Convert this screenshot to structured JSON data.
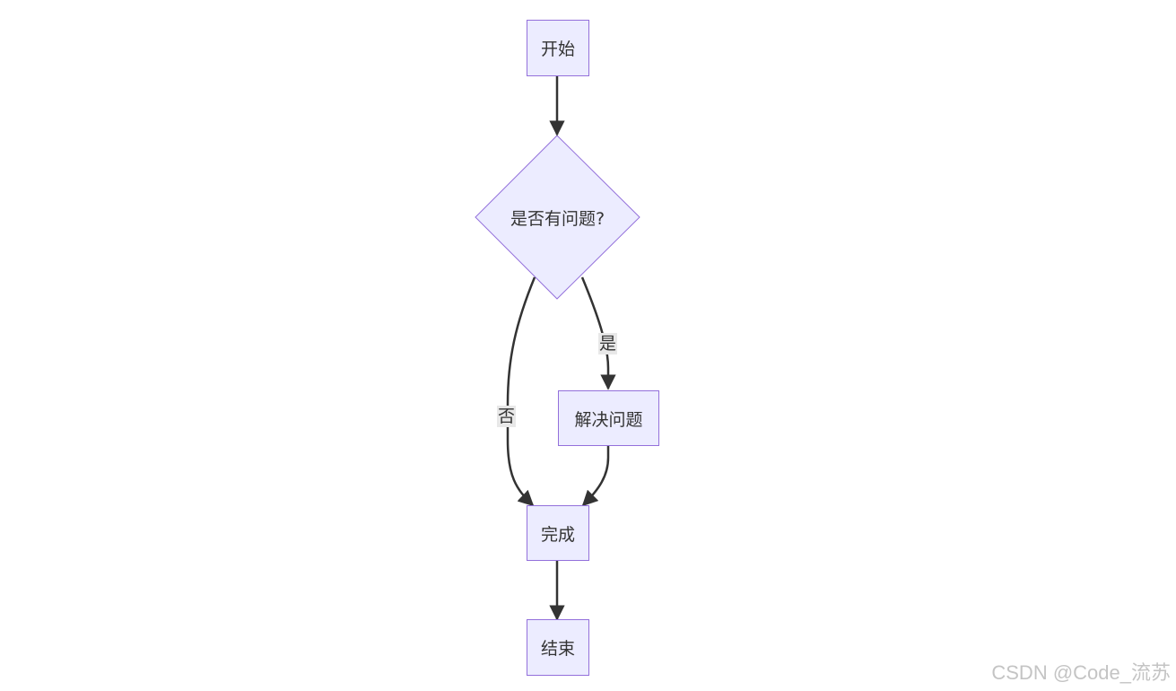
{
  "colors": {
    "node_fill": "#ECECFF",
    "node_stroke": "#9370DB",
    "edge_stroke": "#333333",
    "label_bg": "#e8e8e8",
    "watermark": "#c4c4c4"
  },
  "nodes": {
    "start": "开始",
    "decision": "是否有问题?",
    "solve": "解决问题",
    "done": "完成",
    "end": "结束"
  },
  "edge_labels": {
    "no": "否",
    "yes": "是"
  },
  "watermark": "CSDN @Code_流苏"
}
